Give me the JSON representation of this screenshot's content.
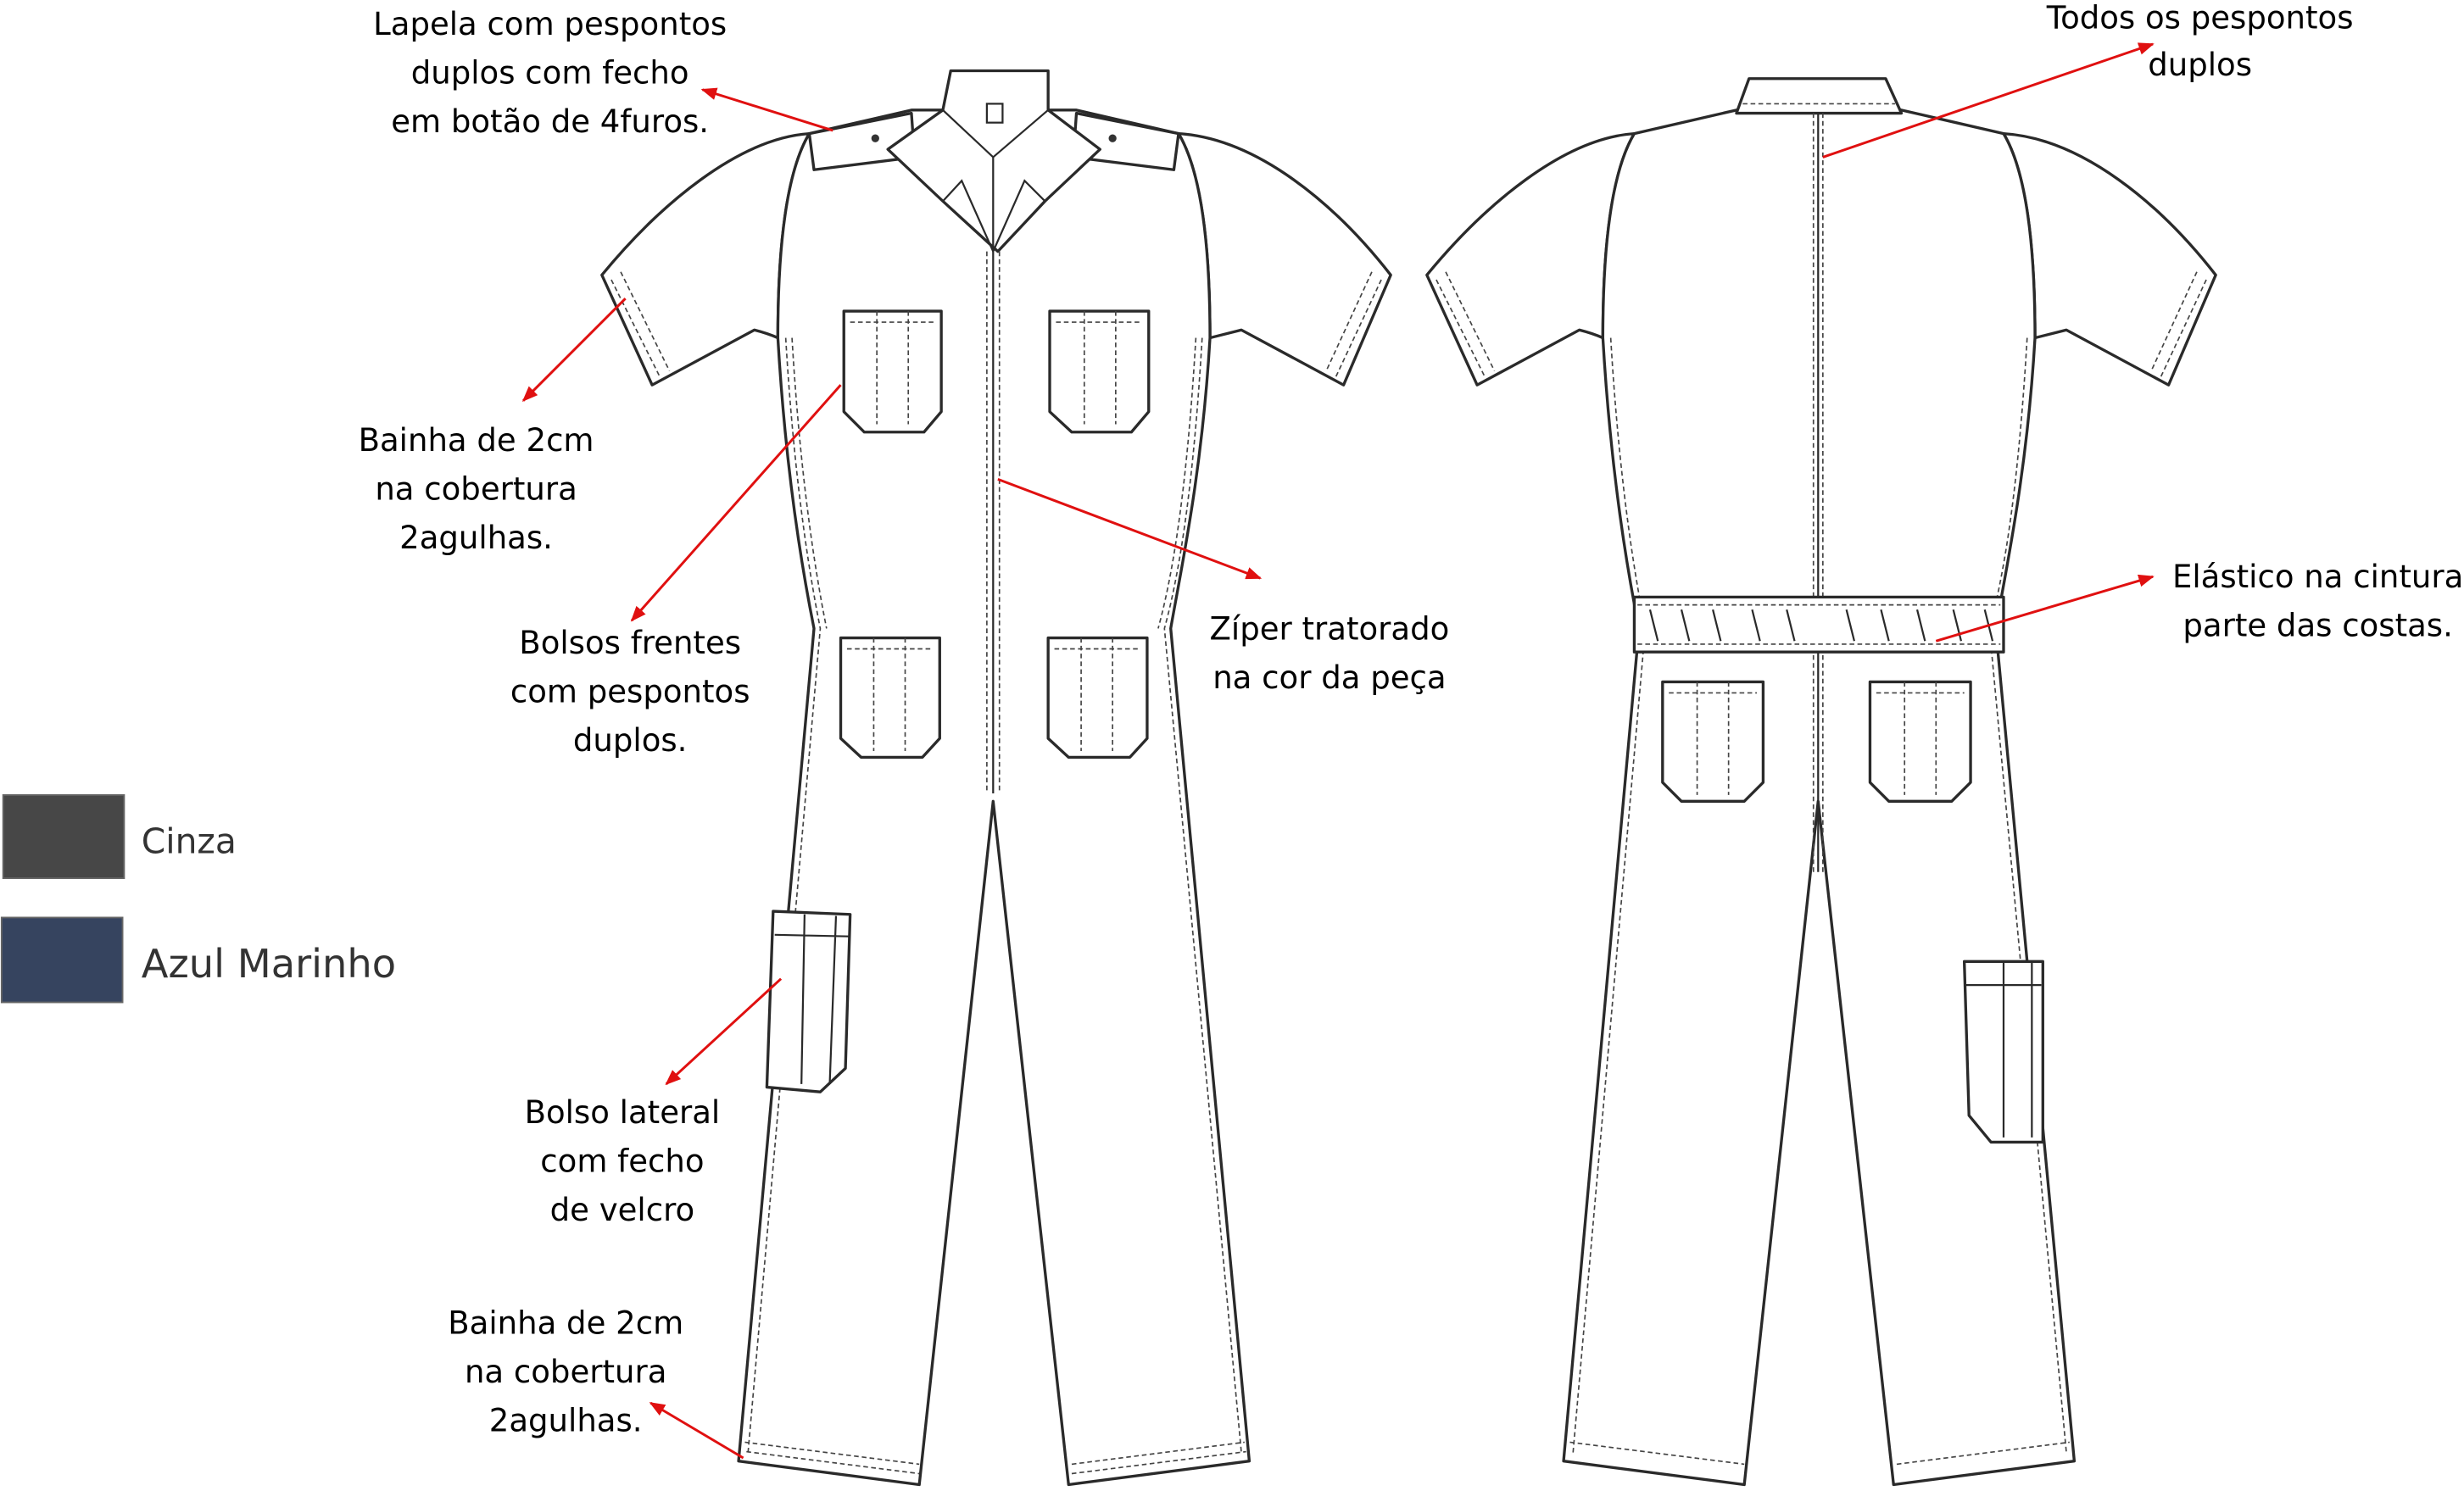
{
  "annotations": {
    "lapela": [
      "Lapela com pespontos",
      "duplos com fecho",
      "em botão de 4furos."
    ],
    "bainha_manga": [
      "Bainha de 2cm",
      "na cobertura",
      "2agulhas."
    ],
    "bolsos_frentes": [
      "Bolsos frentes",
      "com pespontos",
      "duplos."
    ],
    "ziper": [
      "Zíper tratorado",
      "na cor da peça"
    ],
    "bolso_lateral": [
      "Bolso lateral",
      "com fecho",
      "de velcro"
    ],
    "bainha_perna": [
      "Bainha de 2cm",
      "na cobertura",
      "2agulhas."
    ],
    "pespontos": [
      "Todos os pespontos",
      "duplos"
    ],
    "elastico": [
      "Elástico na cintura",
      "parte das costas."
    ]
  },
  "color_options": [
    {
      "label": "Cinza",
      "color": "#474747"
    },
    {
      "label": "Azul Marinho",
      "color": "#36445f"
    }
  ],
  "arrow_color": "#e01010"
}
